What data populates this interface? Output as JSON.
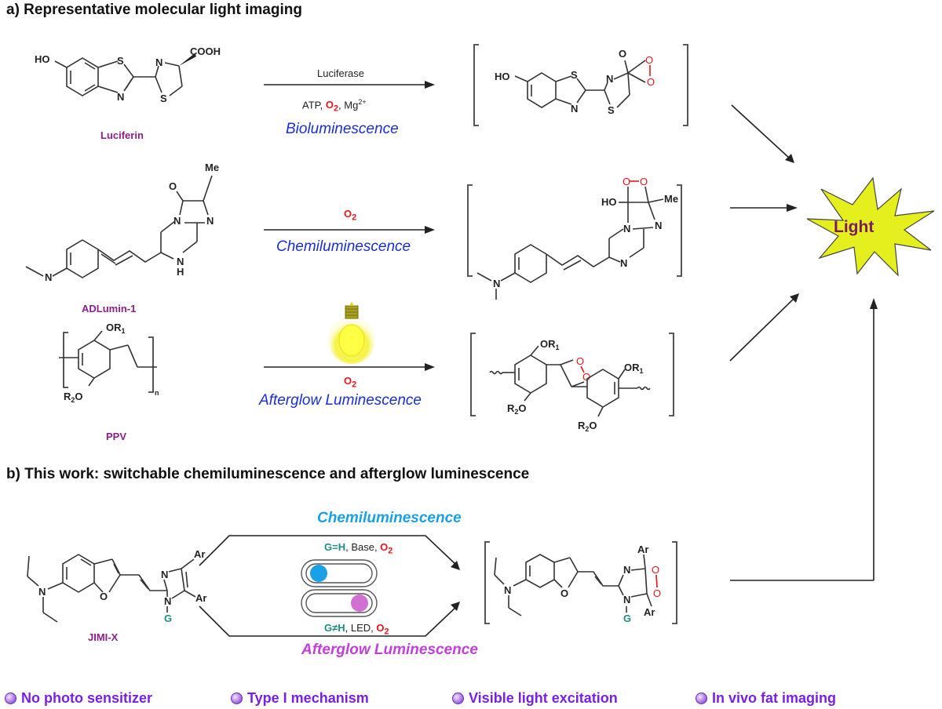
{
  "section_a": {
    "heading": "a) Representative molecular light imaging",
    "rows": [
      {
        "compound": "Luciferin",
        "condition_top": "Luciferase",
        "condition_bottom_prefix": "ATP, ",
        "oxidant": "O",
        "oxidant_sub": "2",
        "condition_bottom_suffix": ", Mg",
        "condition_bottom_sup": "2+",
        "mode": "Bioluminescence"
      },
      {
        "compound": "ADLumin-1",
        "oxidant": "O",
        "oxidant_sub": "2",
        "mode": "Chemiluminescence"
      },
      {
        "compound": "PPV",
        "oxidant": "O",
        "oxidant_sub": "2",
        "mode": "Afterglow Luminescence",
        "stimulus_icon": "light-bulb-icon"
      }
    ],
    "product_label": "Light",
    "atoms": {
      "ho": "HO",
      "s": "S",
      "n": "N",
      "o": "O",
      "cooh": "COOH",
      "me": "Me",
      "nh": "N",
      "h": "H",
      "or1": "OR",
      "r1sub": "1",
      "r2o_r": "R",
      "r2sub": "2",
      "r2o_o": "O",
      "n_sub": "n"
    }
  },
  "section_b": {
    "heading": "b) This work: switchable chemiluminescence and afterglow luminescence",
    "compound": "JIMI-X",
    "upper_path": {
      "mode": "Chemiluminescence",
      "group": "G=H",
      "reagents": ", Base, ",
      "oxidant": "O",
      "oxidant_sub": "2"
    },
    "lower_path": {
      "mode": "Afterglow Luminescence",
      "group": "G≠H",
      "reagents": ", LED, ",
      "oxidant": "O",
      "oxidant_sub": "2"
    },
    "switch_icon": "toggle-switch-icon",
    "atoms": {
      "ar": "Ar",
      "g": "G",
      "n": "N",
      "o": "O"
    }
  },
  "features": [
    "No photo sensitizer",
    "Type I mechanism",
    "Visible light excitation",
    "In vivo fat imaging"
  ],
  "colors": {
    "oxygen_red": "#e8141c",
    "mode_blue": "#1a2ed6",
    "chemi_cyan": "#1aa0e6",
    "afterglow_magenta": "#c040d8",
    "label_purple": "#8a1f8a",
    "group_teal": "#1f8c80",
    "star_yellow": "#e6ef1e",
    "feature_violet": "#7a1fe6"
  }
}
